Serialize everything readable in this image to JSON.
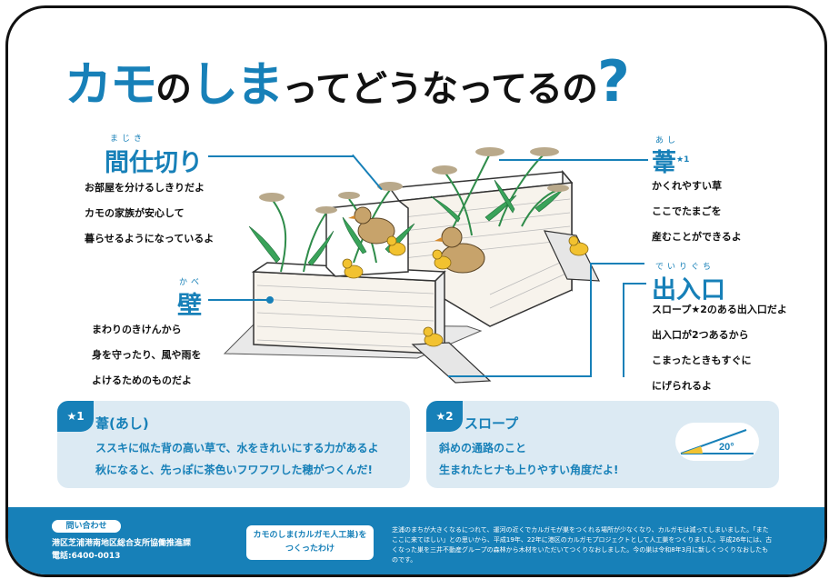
{
  "title": {
    "part1": "カモ",
    "part2": "の",
    "part3": "しま",
    "part4": "ってどうなってるの",
    "mark": "?"
  },
  "labels": {
    "shikiri": {
      "title": "間仕切り",
      "ruby": "まじき",
      "lines": [
        "お部屋を分けるしきりだよ",
        "カモの家族が安心して",
        "暮らせるようになっているよ"
      ]
    },
    "kabe": {
      "title": "壁",
      "ruby": "かべ",
      "lines": [
        "まわりのきけんから",
        "身を守ったり、風や雨を",
        "よけるためのものだよ"
      ]
    },
    "ashi": {
      "title": "葦",
      "ruby": "あし",
      "sup": "★1",
      "lines": [
        "かくれやすい草",
        "ここでたまごを",
        "産むことができるよ"
      ]
    },
    "deiriguchi": {
      "title": "出入口",
      "ruby": "でいりぐち",
      "lines": [
        "スロープ★2のある出入口だよ",
        "出入口が2つあるから",
        "こまったときもすぐに",
        "にげられるよ"
      ]
    }
  },
  "notes": {
    "n1": {
      "badge": "★1",
      "title": "葦(あし)",
      "lines": [
        "ススキに似た背の高い草で、水をきれいにする力があるよ",
        "秋になると、先っぽに茶色いフワフワした穂がつくんだ!"
      ]
    },
    "n2": {
      "badge": "★2",
      "title": "スロープ",
      "lines": [
        "斜めの通路のこと",
        "生まれたヒナも上りやすい角度だよ!"
      ],
      "angle": "20°"
    }
  },
  "footer": {
    "contact_label": "問い合わせ",
    "office": "港区芝浦港南地区総合支所協働推進課",
    "phone": "電話:6400-0013",
    "why_title_1": "カモのしま(カルガモ人工巣)を",
    "why_title_2": "つくったわけ",
    "note": "芝浦のまちが大きくなるにつれて、運河の近くでカルガモが巣をつくれる場所が少なくなり、カルガモは減ってしまいました。「またここに来てほしい」との思いから、平成19年、22年に港区のカルガモプロジェクトとして人工巣をつくりました。平成26年には、古くなった巣を三井不動産グループの森林から木材をいただいてつくりなおしました。今の巣は令和8年3月に新しくつくりなおしたものです。"
  },
  "colors": {
    "accent": "#1780b8",
    "panel": "#dceaf3",
    "duck": "#f2c230"
  }
}
